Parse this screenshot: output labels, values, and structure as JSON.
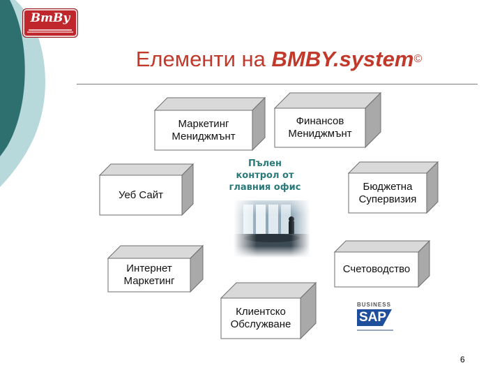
{
  "slide": {
    "title_prefix": "Елементи на ",
    "title_brand": "BMBY.system",
    "title_symbol": "©",
    "page_number": "6"
  },
  "logo": {
    "text": "BmBy"
  },
  "boxes": {
    "marketing": "Маркетинг\nМениджмънт",
    "finance": "Финансов\nМениджмънт",
    "website": "Уеб Сайт",
    "budget": "Бюджетна\nСупервизия",
    "internet": "Интернет\nМаркетинг",
    "accounting": "Счетоводство",
    "client": "Клиентско\nОбслужване"
  },
  "center": {
    "text": "Пълен\nконтрол от\nглавния офис"
  },
  "sap": {
    "tag": "BUSINESS",
    "name": "SAP"
  },
  "colors": {
    "title": "#c0392b",
    "teal_dark": "#2e6f6f",
    "teal_light": "#b7d9db",
    "box_front": "#ffffff",
    "box_top": "#d9d9d9",
    "box_side": "#a9a9a9",
    "center_text": "#2a7a7a",
    "logo": "#c0272d",
    "sap_blue": "#1f4e9c"
  }
}
